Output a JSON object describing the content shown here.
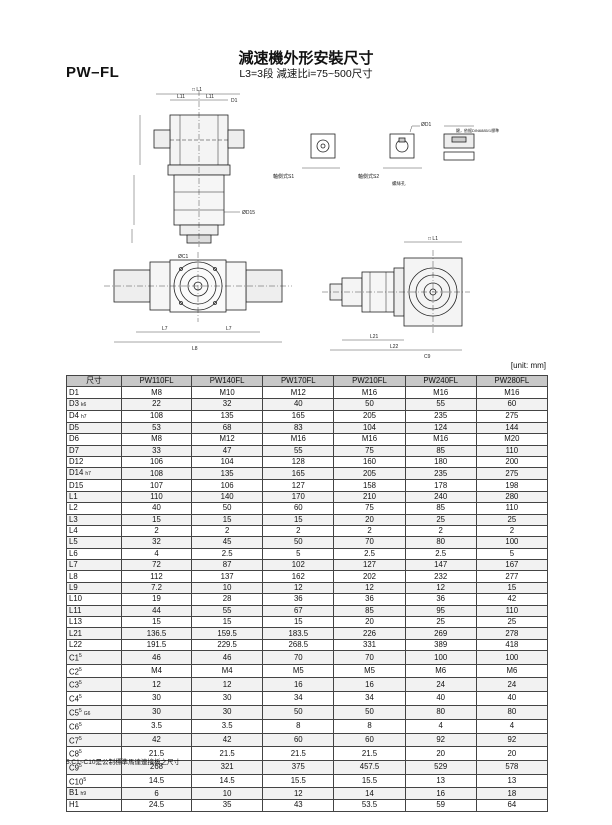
{
  "header": {
    "model": "PW–FL",
    "title": "減速機外形安裝尺寸",
    "subtitle": "L3=3段 減速比i=75~500尺寸"
  },
  "unit_label": "[unit: mm]",
  "drawing_labels": {
    "key_s1": "軸側式S1",
    "key_s2": "軸側式S2",
    "key_note": "鍵，依据DIN6885/1標準",
    "hole_note": "螺絲孔"
  },
  "table": {
    "headers": [
      "尺寸",
      "PW110FL",
      "PW140FL",
      "PW170FL",
      "PW210FL",
      "PW240FL",
      "PW280FL"
    ],
    "rows": [
      {
        "label": "D1",
        "sub": "",
        "sup": "",
        "values": [
          "M8",
          "M10",
          "M12",
          "M16",
          "M16",
          "M16"
        ]
      },
      {
        "label": "D3",
        "sub": "k6",
        "sup": "",
        "values": [
          "22",
          "32",
          "40",
          "50",
          "55",
          "60"
        ]
      },
      {
        "label": "D4",
        "sub": "h7",
        "sup": "",
        "values": [
          "108",
          "135",
          "165",
          "205",
          "235",
          "275"
        ]
      },
      {
        "label": "D5",
        "sub": "",
        "sup": "",
        "values": [
          "53",
          "68",
          "83",
          "104",
          "124",
          "144"
        ]
      },
      {
        "label": "D6",
        "sub": "",
        "sup": "",
        "values": [
          "M8",
          "M12",
          "M16",
          "M16",
          "M16",
          "M20"
        ]
      },
      {
        "label": "D7",
        "sub": "",
        "sup": "",
        "values": [
          "33",
          "47",
          "55",
          "75",
          "85",
          "110"
        ]
      },
      {
        "label": "D12",
        "sub": "",
        "sup": "",
        "values": [
          "106",
          "104",
          "128",
          "160",
          "180",
          "200"
        ]
      },
      {
        "label": "D14",
        "sub": "h7",
        "sup": "",
        "values": [
          "108",
          "135",
          "165",
          "205",
          "235",
          "275"
        ]
      },
      {
        "label": "D15",
        "sub": "",
        "sup": "",
        "values": [
          "107",
          "106",
          "127",
          "158",
          "178",
          "198"
        ]
      },
      {
        "label": "L1",
        "sub": "",
        "sup": "",
        "values": [
          "110",
          "140",
          "170",
          "210",
          "240",
          "280"
        ]
      },
      {
        "label": "L2",
        "sub": "",
        "sup": "",
        "values": [
          "40",
          "50",
          "60",
          "75",
          "85",
          "110"
        ]
      },
      {
        "label": "L3",
        "sub": "",
        "sup": "",
        "values": [
          "15",
          "15",
          "15",
          "20",
          "25",
          "25"
        ]
      },
      {
        "label": "L4",
        "sub": "",
        "sup": "",
        "values": [
          "2",
          "2",
          "2",
          "2",
          "2",
          "2"
        ]
      },
      {
        "label": "L5",
        "sub": "",
        "sup": "",
        "values": [
          "32",
          "45",
          "50",
          "70",
          "80",
          "100"
        ]
      },
      {
        "label": "L6",
        "sub": "",
        "sup": "",
        "values": [
          "4",
          "2.5",
          "5",
          "2.5",
          "2.5",
          "5"
        ]
      },
      {
        "label": "L7",
        "sub": "",
        "sup": "",
        "values": [
          "72",
          "87",
          "102",
          "127",
          "147",
          "167"
        ]
      },
      {
        "label": "L8",
        "sub": "",
        "sup": "",
        "values": [
          "112",
          "137",
          "162",
          "202",
          "232",
          "277"
        ]
      },
      {
        "label": "L9",
        "sub": "",
        "sup": "",
        "values": [
          "7.2",
          "10",
          "12",
          "12",
          "12",
          "15"
        ]
      },
      {
        "label": "L10",
        "sub": "",
        "sup": "",
        "values": [
          "19",
          "28",
          "36",
          "36",
          "36",
          "42"
        ]
      },
      {
        "label": "L11",
        "sub": "",
        "sup": "",
        "values": [
          "44",
          "55",
          "67",
          "85",
          "95",
          "110"
        ]
      },
      {
        "label": "L13",
        "sub": "",
        "sup": "",
        "values": [
          "15",
          "15",
          "15",
          "20",
          "25",
          "25"
        ]
      },
      {
        "label": "L21",
        "sub": "",
        "sup": "",
        "values": [
          "136.5",
          "159.5",
          "183.5",
          "226",
          "269",
          "278"
        ]
      },
      {
        "label": "L22",
        "sub": "",
        "sup": "",
        "values": [
          "191.5",
          "229.5",
          "268.5",
          "331",
          "389",
          "418"
        ]
      },
      {
        "label": "C1",
        "sub": "",
        "sup": "5",
        "values": [
          "46",
          "46",
          "70",
          "70",
          "100",
          "100"
        ]
      },
      {
        "label": "C2",
        "sub": "",
        "sup": "5",
        "values": [
          "M4",
          "M4",
          "M5",
          "M5",
          "M6",
          "M6"
        ]
      },
      {
        "label": "C3",
        "sub": "",
        "sup": "5",
        "values": [
          "12",
          "12",
          "16",
          "16",
          "24",
          "24"
        ]
      },
      {
        "label": "C4",
        "sub": "",
        "sup": "5",
        "values": [
          "30",
          "30",
          "34",
          "34",
          "40",
          "40"
        ]
      },
      {
        "label": "C5",
        "sub": "G6",
        "sup": "5",
        "values": [
          "30",
          "30",
          "50",
          "50",
          "80",
          "80"
        ]
      },
      {
        "label": "C6",
        "sub": "",
        "sup": "5",
        "values": [
          "3.5",
          "3.5",
          "8",
          "8",
          "4",
          "4"
        ]
      },
      {
        "label": "C7",
        "sub": "",
        "sup": "5",
        "values": [
          "42",
          "42",
          "60",
          "60",
          "92",
          "92"
        ]
      },
      {
        "label": "C8",
        "sub": "",
        "sup": "5",
        "values": [
          "21.5",
          "21.5",
          "21.5",
          "21.5",
          "20",
          "20"
        ]
      },
      {
        "label": "C9",
        "sub": "",
        "sup": "5",
        "values": [
          "268",
          "321",
          "375",
          "457.5",
          "529",
          "578"
        ]
      },
      {
        "label": "C10",
        "sub": "",
        "sup": "5",
        "values": [
          "14.5",
          "14.5",
          "15.5",
          "15.5",
          "13",
          "13"
        ]
      },
      {
        "label": "B1",
        "sub": "h9",
        "sup": "",
        "values": [
          "6",
          "10",
          "12",
          "14",
          "16",
          "18"
        ]
      },
      {
        "label": "H1",
        "sub": "",
        "sup": "",
        "values": [
          "24.5",
          "35",
          "43",
          "53.5",
          "59",
          "64"
        ]
      }
    ]
  },
  "footnote": "5.C1~C10是公制標準馬達連接板之尺寸"
}
